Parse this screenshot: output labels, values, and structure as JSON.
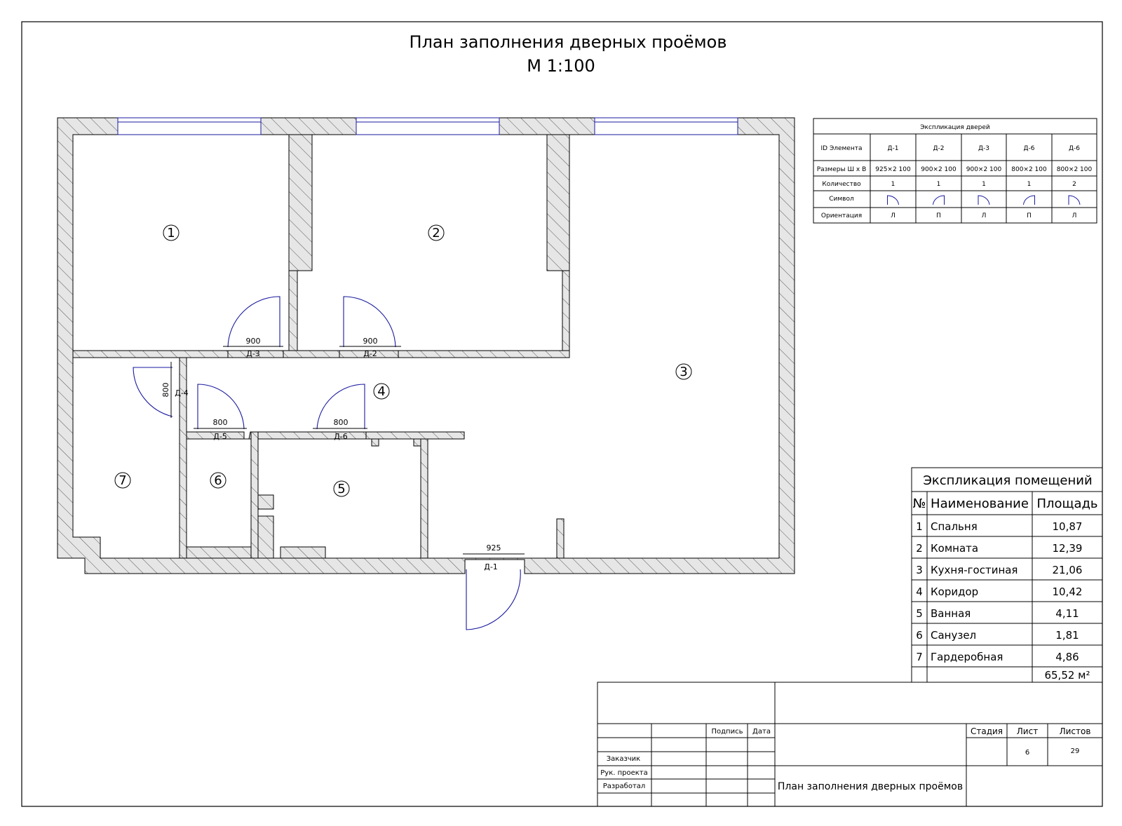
{
  "title": {
    "line1": "План заполнения дверных проёмов",
    "line2": "М 1:100"
  },
  "doors_table": {
    "caption": "Экспликация дверей",
    "row_labels": {
      "id": "ID Элемента",
      "size": "Размеры  Ш х В",
      "qty": "Количество",
      "symbol": "Символ",
      "orientation": "Ориентация"
    },
    "columns": [
      {
        "id": "Д-1",
        "size": "925×2 100",
        "qty": "1",
        "orientation": "Л",
        "swing": "left"
      },
      {
        "id": "Д-2",
        "size": "900×2 100",
        "qty": "1",
        "orientation": "П",
        "swing": "right"
      },
      {
        "id": "Д-3",
        "size": "900×2 100",
        "qty": "1",
        "orientation": "Л",
        "swing": "left"
      },
      {
        "id": "Д-6",
        "size": "800×2 100",
        "qty": "1",
        "orientation": "П",
        "swing": "right"
      },
      {
        "id": "Д-6",
        "size": "800×2 100",
        "qty": "2",
        "orientation": "Л",
        "swing": "left"
      }
    ]
  },
  "rooms_table": {
    "caption": "Экспликация помещений",
    "headers": {
      "num": "№",
      "name": "Наименование",
      "area": "Площадь"
    },
    "rows": [
      {
        "num": "1",
        "name": "Спальня",
        "area": "10,87"
      },
      {
        "num": "2",
        "name": "Комната",
        "area": "12,39"
      },
      {
        "num": "3",
        "name": "Кухня-гостиная",
        "area": "21,06"
      },
      {
        "num": "4",
        "name": "Коридор",
        "area": "10,42"
      },
      {
        "num": "5",
        "name": "Ванная",
        "area": "4,11"
      },
      {
        "num": "6",
        "name": "Санузел",
        "area": "1,81"
      },
      {
        "num": "7",
        "name": "Гардеробная",
        "area": "4,86"
      }
    ],
    "total": "65,52 м²"
  },
  "plan": {
    "room_numbers": [
      "1",
      "2",
      "3",
      "4",
      "5",
      "6",
      "7"
    ],
    "doors": [
      {
        "tag": "Д-1",
        "width": "925"
      },
      {
        "tag": "Д-2",
        "width": "900"
      },
      {
        "tag": "Д-3",
        "width": "900"
      },
      {
        "tag": "Д-4",
        "width": "800"
      },
      {
        "tag": "Д-5",
        "width": "800"
      },
      {
        "tag": "Д-6",
        "width": "800"
      }
    ]
  },
  "stamp": {
    "sign_label": "Подпись",
    "date_label": "Дата",
    "customer": "Заказчик",
    "project_head": "Рук. проекта",
    "developer": "Разработал",
    "stage_label": "Стадия",
    "sheet_label": "Лист",
    "sheets_label": "Листов",
    "sheet_value": "6",
    "sheets_value": "29",
    "drawing_title": "План заполнения дверных проёмов"
  },
  "colors": {
    "line": "#000000",
    "door": "#1a1aa0",
    "wall_fill": "#e6e6e6",
    "hatch": "#555555"
  }
}
